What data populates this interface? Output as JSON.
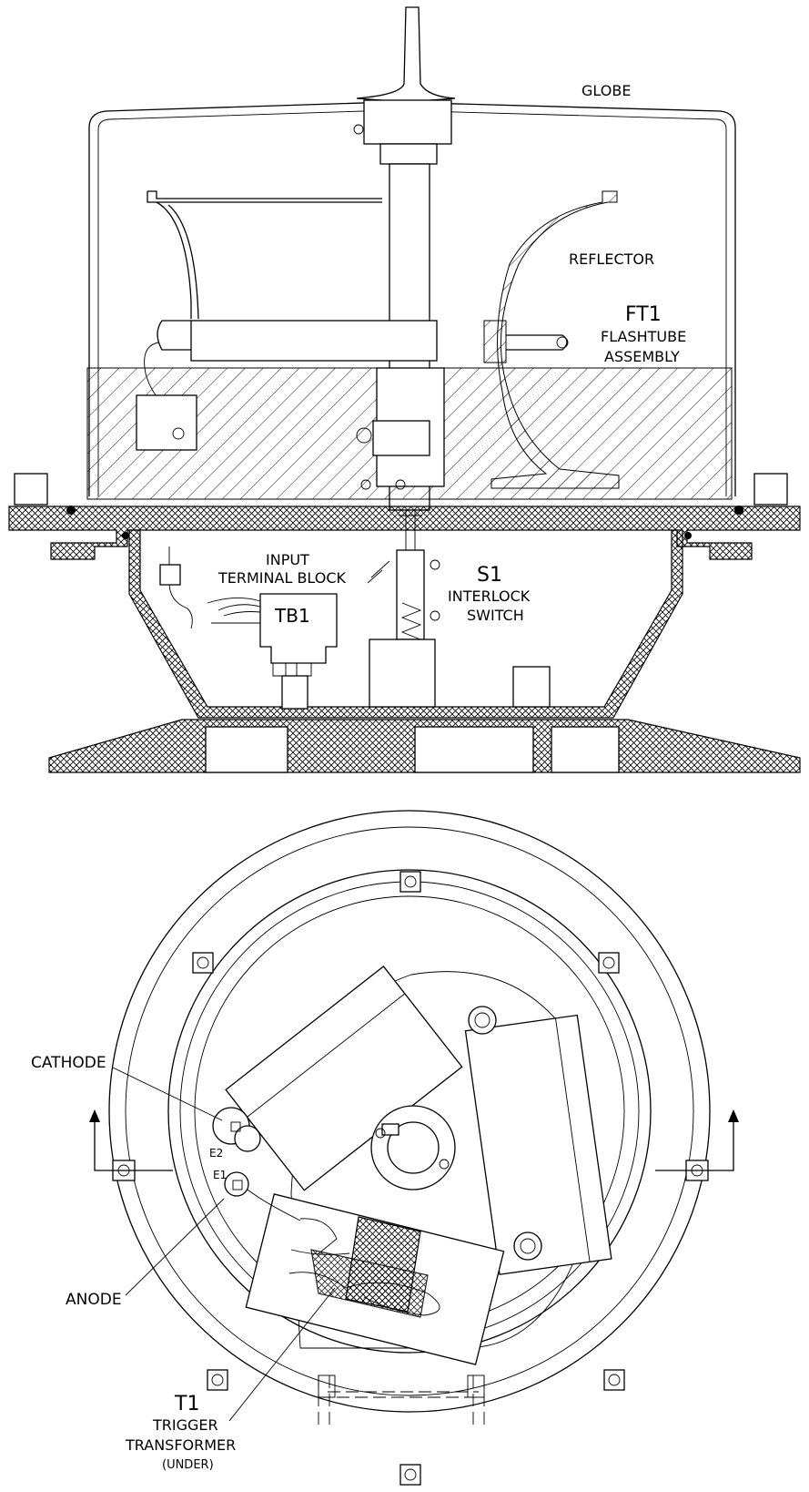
{
  "side_view": {
    "globe_label": "GLOBE",
    "reflector_label": "REFLECTOR",
    "flashtube_ref": "FT1",
    "flashtube_line1": "FLASHTUBE",
    "flashtube_line2": "ASSEMBLY",
    "input_line1": "INPUT",
    "input_line2": "TERMINAL BLOCK",
    "terminal_ref": "TB1",
    "switch_ref": "S1",
    "switch_line1": "INTERLOCK",
    "switch_line2": "SWITCH"
  },
  "top_view": {
    "cathode_label": "CATHODE",
    "anode_label": "ANODE",
    "e1_label": "E1",
    "e2_label": "E2",
    "transformer_ref": "T1",
    "transformer_line1": "TRIGGER",
    "transformer_line2": "TRANSFORMER",
    "transformer_line3": "(UNDER)"
  }
}
